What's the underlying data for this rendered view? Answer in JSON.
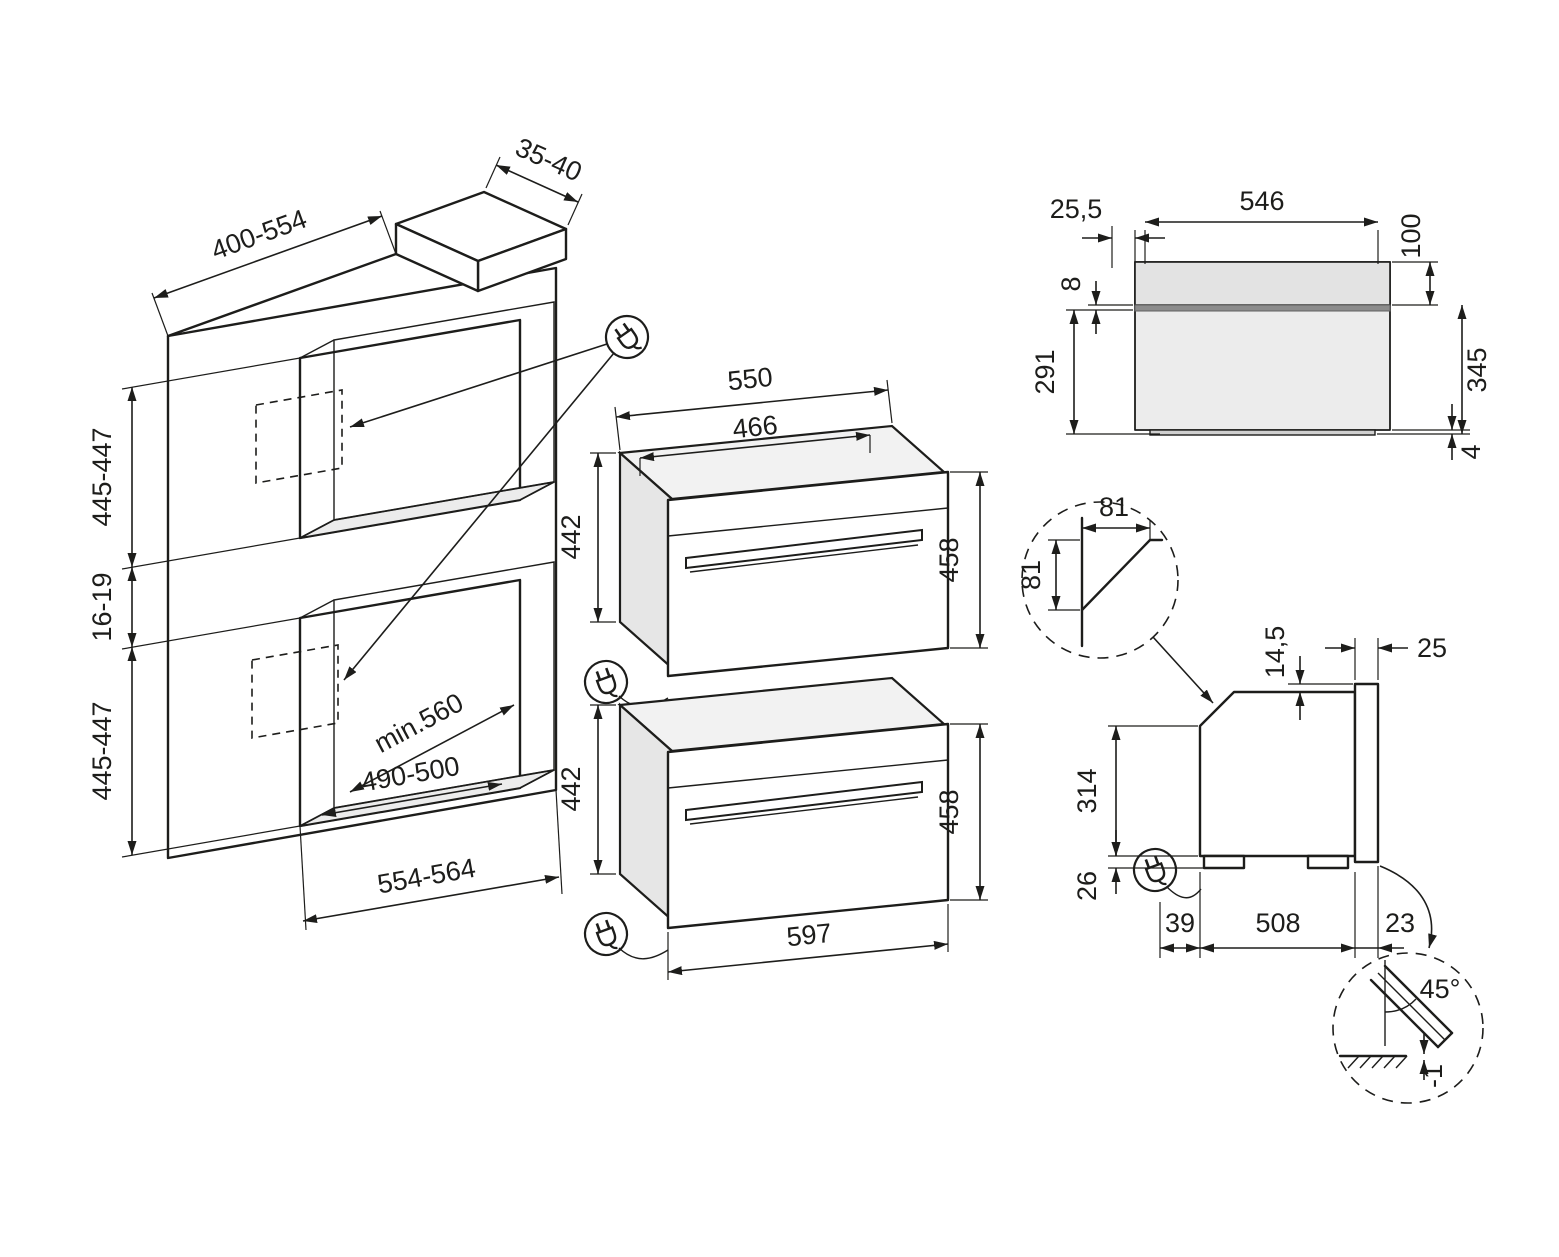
{
  "diagram_title": "built-in compact oven installation drawing",
  "colors": {
    "line": "#1d1d1b",
    "fill_light": "#ececec",
    "fill_band": "#8c8c8c",
    "background": "#ffffff"
  },
  "cabinet": {
    "top_depth_range": "400-554",
    "worktop_thickness": "35-40",
    "upper_niche_height": "445-447",
    "niche_gap": "16-19",
    "lower_niche_height": "445-447",
    "niche_min_depth": "min.560",
    "niche_floor_width": "490-500",
    "unit_width": "554-564"
  },
  "ovens": {
    "upper": {
      "top_width": "550",
      "inner_top_width": "466",
      "body_height": "442",
      "front_height": "458"
    },
    "lower": {
      "body_height": "442",
      "front_height": "458",
      "front_width": "597"
    }
  },
  "front_view": {
    "side_offset": "25,5",
    "inner_width": "546",
    "top_section_height": "100",
    "trim_gap": "8",
    "door_section_height": "291",
    "overall_height": "345",
    "plinth_height": "4"
  },
  "side_view": {
    "chamfer_width": "81",
    "chamfer_height": "81",
    "top_clearance": "14,5",
    "door_thickness": "25",
    "front_height": "314",
    "plinth_height": "26",
    "front_clearance": "39",
    "body_depth": "508",
    "door_offset": "23",
    "opening_angle": "45°",
    "floor_clearance": "-1"
  },
  "icons": {
    "plug": "power-plug"
  }
}
